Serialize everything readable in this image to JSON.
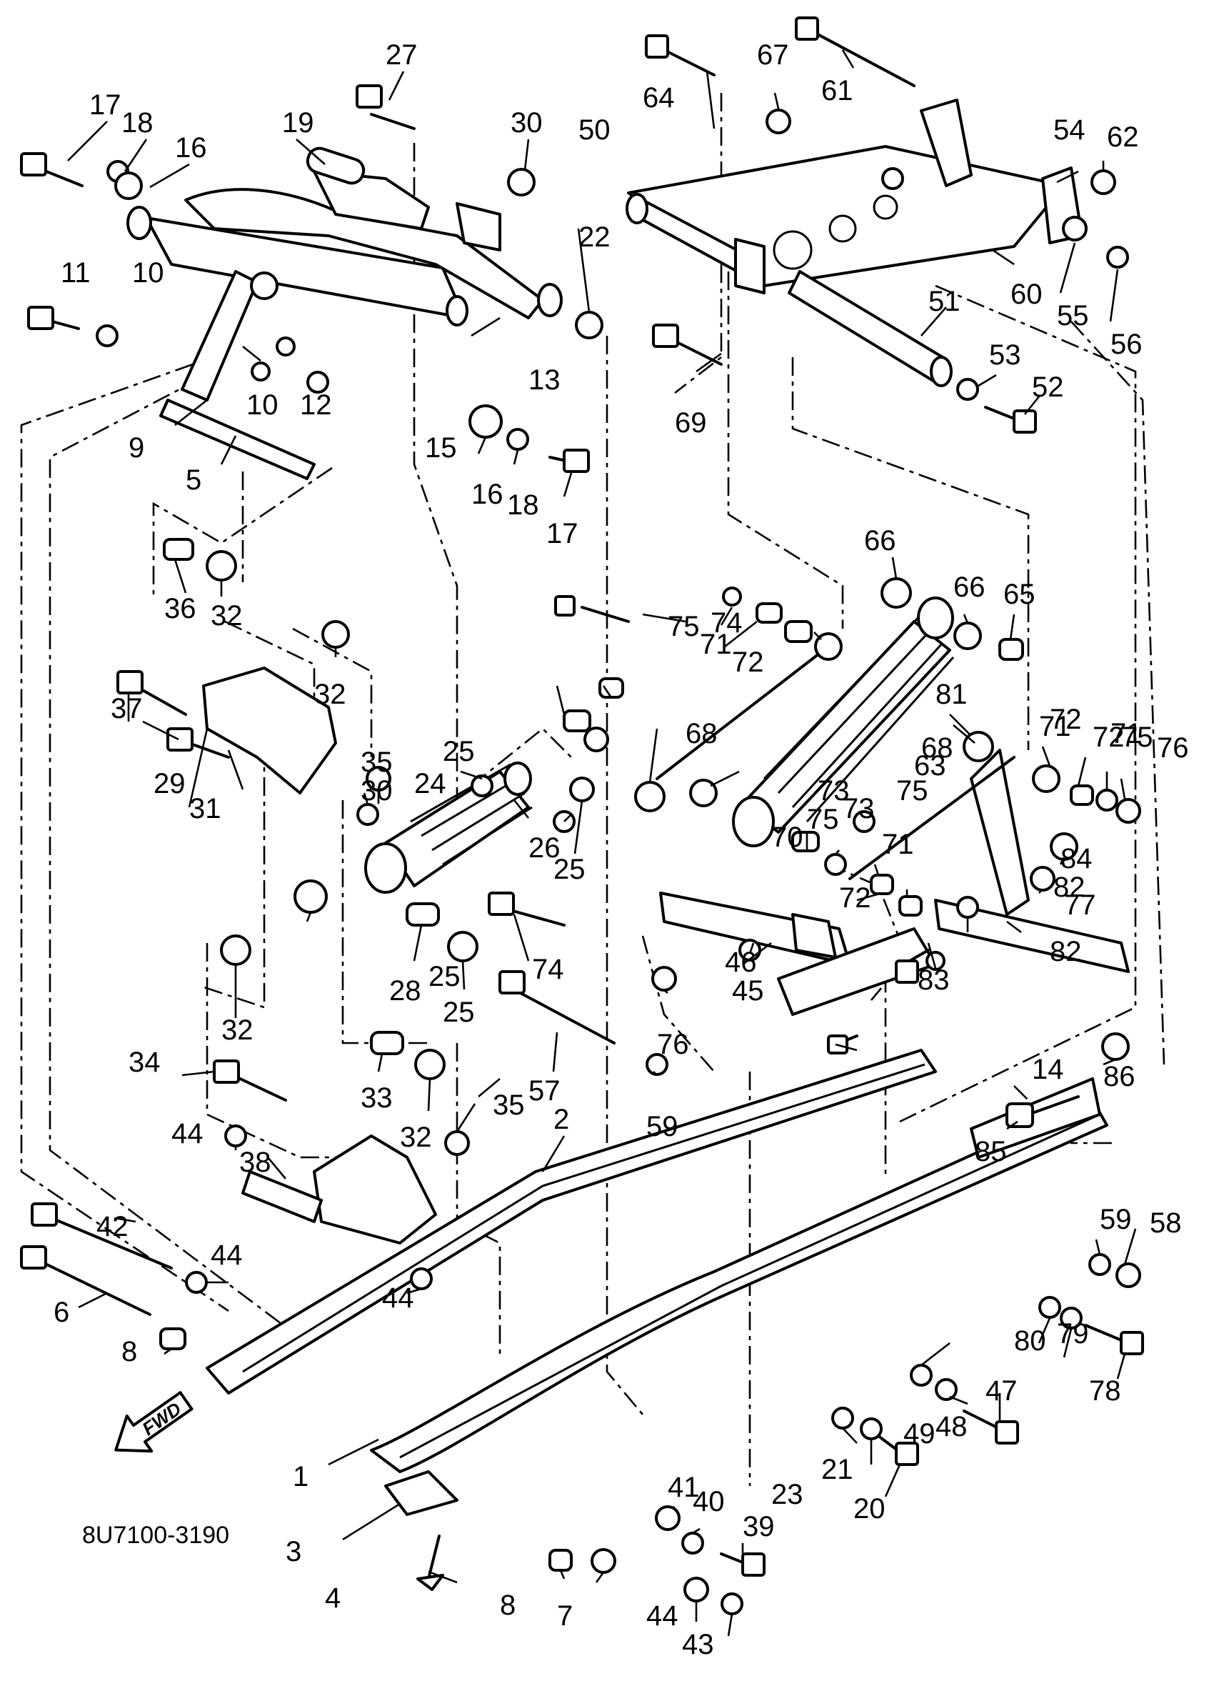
{
  "diagram_code": "8U7100-3190",
  "direction_label": "FWD",
  "callouts": [
    {
      "label": "17"
    },
    {
      "label": "18"
    },
    {
      "label": "16"
    },
    {
      "label": "19"
    },
    {
      "label": "27"
    },
    {
      "label": "30"
    },
    {
      "label": "11"
    },
    {
      "label": "10"
    },
    {
      "label": "10"
    },
    {
      "label": "12"
    },
    {
      "label": "13"
    },
    {
      "label": "9"
    },
    {
      "label": "5"
    },
    {
      "label": "15"
    },
    {
      "label": "22"
    },
    {
      "label": "16"
    },
    {
      "label": "18"
    },
    {
      "label": "17"
    },
    {
      "label": "36"
    },
    {
      "label": "32"
    },
    {
      "label": "32"
    },
    {
      "label": "37"
    },
    {
      "label": "29"
    },
    {
      "label": "31"
    },
    {
      "label": "35"
    },
    {
      "label": "30"
    },
    {
      "label": "25"
    },
    {
      "label": "24"
    },
    {
      "label": "26"
    },
    {
      "label": "25"
    },
    {
      "label": "25"
    },
    {
      "label": "28"
    },
    {
      "label": "25"
    },
    {
      "label": "74"
    },
    {
      "label": "32"
    },
    {
      "label": "57"
    },
    {
      "label": "34"
    },
    {
      "label": "44"
    },
    {
      "label": "38"
    },
    {
      "label": "33"
    },
    {
      "label": "32"
    },
    {
      "label": "35"
    },
    {
      "label": "2"
    },
    {
      "label": "59"
    },
    {
      "label": "42"
    },
    {
      "label": "44"
    },
    {
      "label": "44"
    },
    {
      "label": "6"
    },
    {
      "label": "8"
    },
    {
      "label": "1"
    },
    {
      "label": "3"
    },
    {
      "label": "4"
    },
    {
      "label": "8"
    },
    {
      "label": "7"
    },
    {
      "label": "44"
    },
    {
      "label": "43"
    },
    {
      "label": "41"
    },
    {
      "label": "40"
    },
    {
      "label": "39"
    },
    {
      "label": "23"
    },
    {
      "label": "21"
    },
    {
      "label": "20"
    },
    {
      "label": "49"
    },
    {
      "label": "48"
    },
    {
      "label": "47"
    },
    {
      "label": "80"
    },
    {
      "label": "79"
    },
    {
      "label": "78"
    },
    {
      "label": "59"
    },
    {
      "label": "58"
    },
    {
      "label": "85"
    },
    {
      "label": "86"
    },
    {
      "label": "14"
    },
    {
      "label": "76"
    },
    {
      "label": "45"
    },
    {
      "label": "46"
    },
    {
      "label": "83"
    },
    {
      "label": "82"
    },
    {
      "label": "77"
    },
    {
      "label": "84"
    },
    {
      "label": "82"
    },
    {
      "label": "71"
    },
    {
      "label": "72"
    },
    {
      "label": "70"
    },
    {
      "label": "75"
    },
    {
      "label": "73"
    },
    {
      "label": "68"
    },
    {
      "label": "63"
    },
    {
      "label": "73"
    },
    {
      "label": "75"
    },
    {
      "label": "68"
    },
    {
      "label": "71"
    },
    {
      "label": "72"
    },
    {
      "label": "81"
    },
    {
      "label": "72"
    },
    {
      "label": "71"
    },
    {
      "label": "75"
    },
    {
      "label": "76"
    },
    {
      "label": "74"
    },
    {
      "label": "75"
    },
    {
      "label": "71"
    },
    {
      "label": "72"
    },
    {
      "label": "66"
    },
    {
      "label": "66"
    },
    {
      "label": "65"
    },
    {
      "label": "69"
    },
    {
      "label": "64"
    },
    {
      "label": "67"
    },
    {
      "label": "61"
    },
    {
      "label": "50"
    },
    {
      "label": "54"
    },
    {
      "label": "62"
    },
    {
      "label": "60"
    },
    {
      "label": "55"
    },
    {
      "label": "56"
    },
    {
      "label": "51"
    },
    {
      "label": "53"
    },
    {
      "label": "52"
    }
  ]
}
